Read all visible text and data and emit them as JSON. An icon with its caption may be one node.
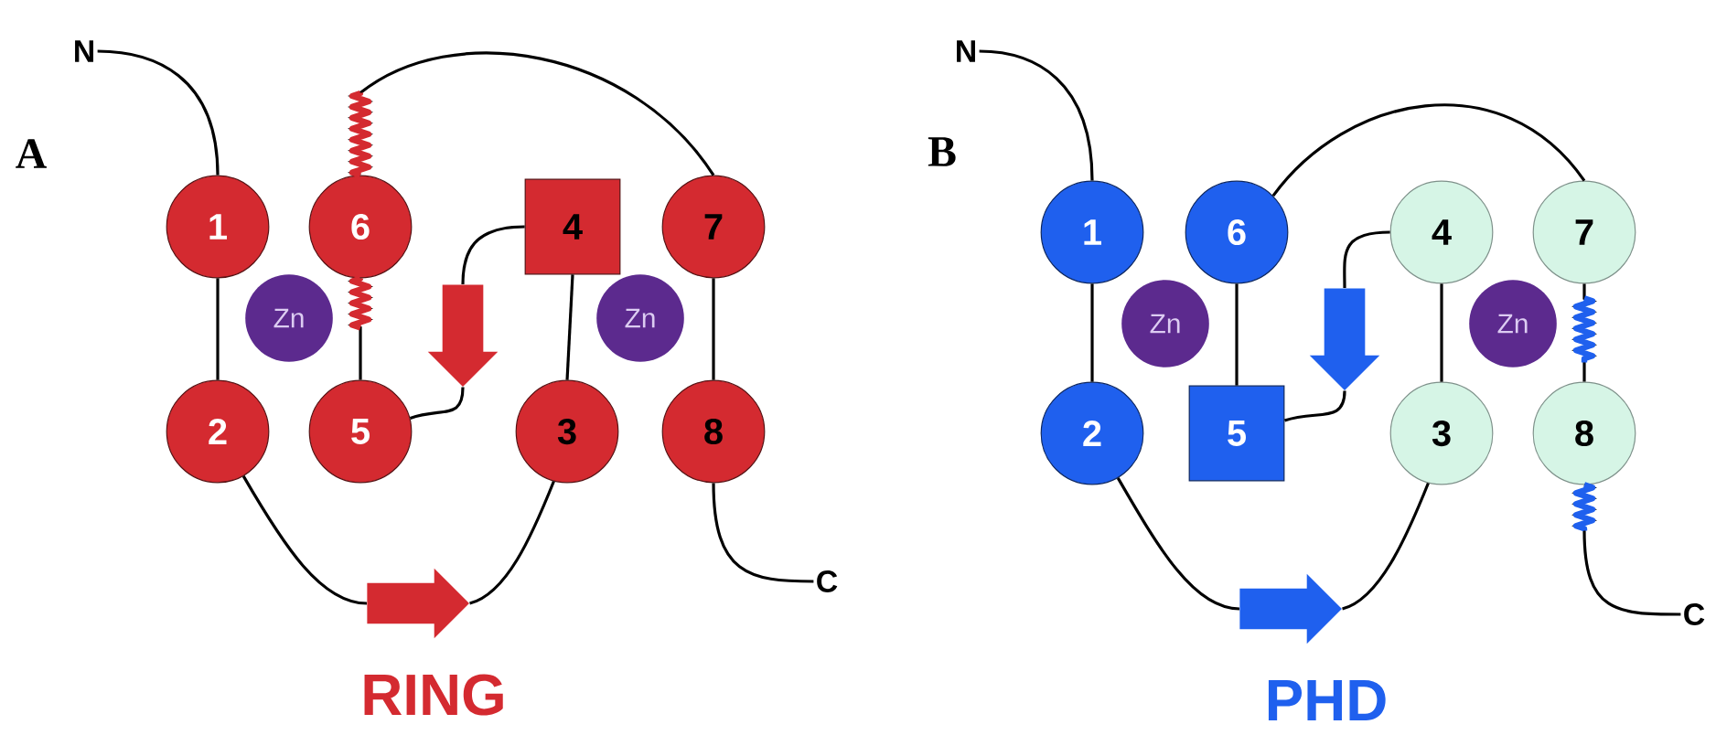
{
  "diagram": {
    "nodes": [
      {
        "text": [
          "N"
        ]
      },
      {
        "text": [
          "1"
        ]
      },
      {
        "text": [
          "6"
        ]
      },
      {
        "text": [
          "4"
        ]
      },
      {
        "text": [
          "7"
        ]
      },
      {
        "text": [
          "Zn"
        ]
      },
      {
        "text": [
          "Zn"
        ]
      },
      {
        "text": [
          "2"
        ]
      },
      {
        "text": [
          "5"
        ]
      },
      {
        "text": [
          "3"
        ]
      },
      {
        "text": [
          "8"
        ]
      },
      {
        "text": [],
        "shape": "arrow"
      },
      {
        "text": [],
        "shape": "arrow"
      },
      {
        "text": [
          "C"
        ]
      },
      {
        "text": [
          "N"
        ]
      },
      {
        "text": [
          "1"
        ]
      },
      {
        "text": [
          "6"
        ]
      },
      {
        "text": [
          "4"
        ]
      },
      {
        "text": [
          "7"
        ]
      },
      {
        "text": [
          "Zn"
        ]
      },
      {
        "text": [
          "Zn"
        ]
      },
      {
        "text": [
          "2"
        ]
      },
      {
        "text": [
          "5"
        ]
      },
      {
        "text": [
          "3"
        ]
      },
      {
        "text": [
          "8"
        ]
      },
      {
        "text": [],
        "shape": "arrow"
      },
      {
        "text": [],
        "shape": "arrow"
      },
      {
        "text": [
          "C"
        ]
      }
    ],
    "edges": [
      {
        "from": 0,
        "to": 1,
        "arrow": "none"
      },
      {
        "from": 1,
        "to": 7,
        "arrow": "none"
      },
      {
        "from": 7,
        "to": 12,
        "arrow": "none"
      },
      {
        "from": 12,
        "to": 9,
        "arrow": "none"
      },
      {
        "from": 9,
        "to": 3,
        "arrow": "none"
      },
      {
        "from": 3,
        "to": 11,
        "arrow": "none"
      },
      {
        "from": 11,
        "to": 8,
        "arrow": "none"
      },
      {
        "from": 8,
        "to": 2,
        "arrow": "none"
      },
      {
        "from": 2,
        "to": 4,
        "arrow": "none"
      },
      {
        "from": 4,
        "to": 10,
        "arrow": "none"
      },
      {
        "from": 10,
        "to": 13,
        "arrow": "none"
      },
      {
        "from": 14,
        "to": 15,
        "arrow": "none"
      },
      {
        "from": 15,
        "to": 21,
        "arrow": "none"
      },
      {
        "from": 21,
        "to": 26,
        "arrow": "none"
      },
      {
        "from": 26,
        "to": 23,
        "arrow": "none"
      },
      {
        "from": 23,
        "to": 17,
        "arrow": "none"
      },
      {
        "from": 17,
        "to": 25,
        "arrow": "none"
      },
      {
        "from": 25,
        "to": 22,
        "arrow": "none"
      },
      {
        "from": 22,
        "to": 16,
        "arrow": "none"
      },
      {
        "from": 16,
        "to": 18,
        "arrow": "none"
      },
      {
        "from": 18,
        "to": 24,
        "arrow": "none"
      },
      {
        "from": 24,
        "to": 27,
        "arrow": "none"
      }
    ],
    "labels": [
      "A",
      "RING",
      "B",
      "PHD"
    ]
  }
}
